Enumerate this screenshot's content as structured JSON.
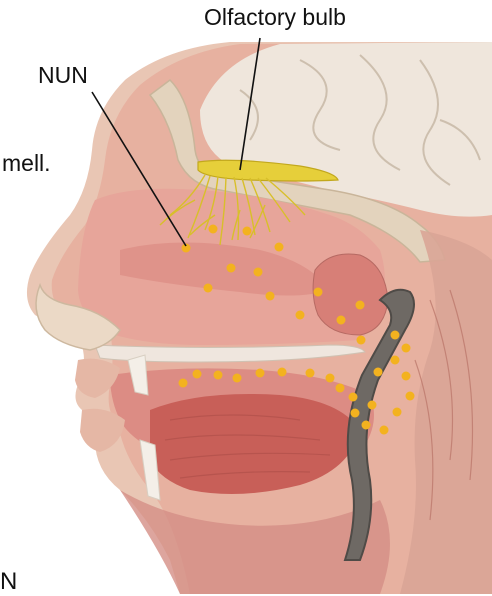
{
  "labels": {
    "olfactory_bulb": "Olfactory bulb",
    "nun": "NUN",
    "partial_smell": "mell.",
    "partial_n": "N"
  },
  "colors": {
    "background": "#ffffff",
    "bone": "#e9dccb",
    "tissue": "#e9a392",
    "mucosa": "#dc8c84",
    "muscle": "#c7605a",
    "nerve": "#e6cf3a",
    "odorant_dot": "#f3b21f",
    "airway_tube": "#6e6964",
    "brain": "#efe8e0"
  },
  "odorant_dot_count": 34
}
